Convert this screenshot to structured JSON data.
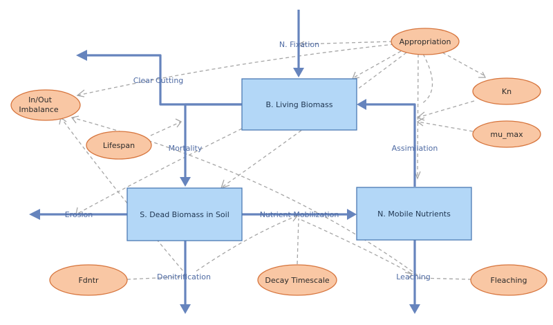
{
  "stocks": {
    "living_biomass": "B. Living Biomass",
    "dead_biomass": "S. Dead Biomass in Soil",
    "mobile_nutrients": "N. Mobile Nutrients"
  },
  "flows": {
    "n_fixation": "N. Fixation",
    "clear_cutting": "Clear Cutting",
    "mortality": "Mortality",
    "assimilation": "Assimilation",
    "erosion": "Erosion",
    "nutrient_mobilization": "Nutrient Mobilization",
    "denitrification": "Denitrification",
    "leaching": "Leaching"
  },
  "auxiliaries": {
    "appropriation": "Appropriation",
    "in_out_imbalance_line1": "In/Out",
    "in_out_imbalance_line2": "Imbalance",
    "kn": "Kn",
    "mu_max": "mu_max",
    "lifespan": "Lifespan",
    "fdntr": "Fdntr",
    "decay_timescale": "Decay Timescale",
    "fleaching": "Fleaching"
  }
}
